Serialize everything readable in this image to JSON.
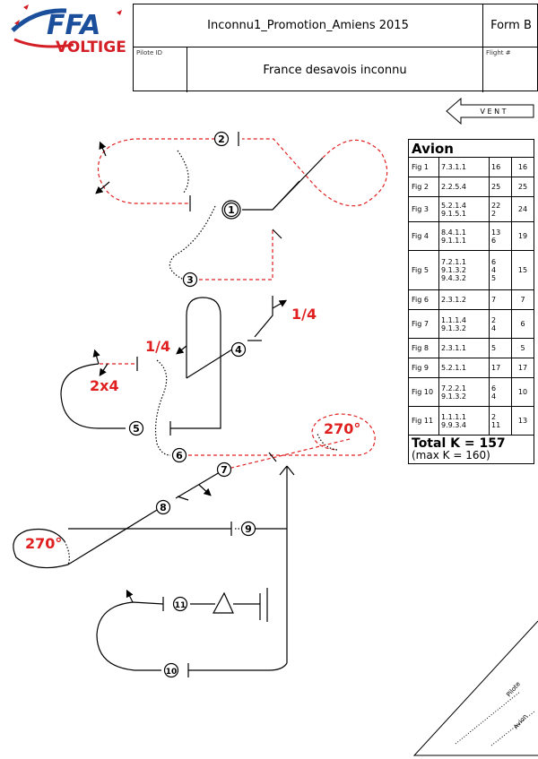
{
  "header": {
    "logo_text_top": "FFA",
    "logo_text_bottom": "VOLTIGE",
    "sequence_title": "Inconnu1_Promotion_Amiens 2015",
    "form": "Form B",
    "pilot_id_label": "Pilote ID",
    "flight_label": "Flight #",
    "pilot_name": "France desavois inconnu"
  },
  "wind_label": "V E N T",
  "k_table": {
    "title": "Avion",
    "rows": [
      {
        "fig": "Fig 1",
        "codes": "7.3.1.1",
        "k": "16",
        "total": "16"
      },
      {
        "fig": "Fig 2",
        "codes": "2.2.5.4",
        "k": "25",
        "total": "25"
      },
      {
        "fig": "Fig 3",
        "codes": "5.2.1.4\n9.1.5.1",
        "k": "22\n2",
        "total": "24"
      },
      {
        "fig": "Fig 4",
        "codes": "8.4.1.1\n9.1.1.1",
        "k": "13\n6",
        "total": "19"
      },
      {
        "fig": "Fig 5",
        "codes": "7.2.1.1\n9.1.3.2\n9.4.3.2",
        "k": "6\n4\n5",
        "total": "15"
      },
      {
        "fig": "Fig 6",
        "codes": "2.3.1.2",
        "k": "7",
        "total": "7"
      },
      {
        "fig": "Fig 7",
        "codes": "1.1.1.4\n9.1.3.2",
        "k": "2\n4",
        "total": "6"
      },
      {
        "fig": "Fig 8",
        "codes": "2.3.1.1",
        "k": "5",
        "total": "5"
      },
      {
        "fig": "Fig 9",
        "codes": "5.2.1.1",
        "k": "17",
        "total": "17"
      },
      {
        "fig": "Fig 10",
        "codes": "7.2.2.1\n9.1.3.2",
        "k": "6\n4",
        "total": "10"
      },
      {
        "fig": "Fig 11",
        "codes": "1.1.1.1\n9.9.3.4",
        "k": "2\n11",
        "total": "13"
      }
    ],
    "total": "Total K = 157",
    "max": "(max K = 160)"
  },
  "figure_numbers": [
    "1",
    "2",
    "3",
    "4",
    "5",
    "6",
    "7",
    "8",
    "9",
    "10",
    "11"
  ],
  "annotations": {
    "quarter_right": "1/4",
    "quarter_left": "1/4",
    "two_by_four": "2x4",
    "deg_270_top": "270°",
    "deg_270_bottom": "270°"
  },
  "signature": {
    "pilote": "Pilote",
    "avion": "Avion"
  },
  "colors": {
    "figure_dashed": "#e02020",
    "annotation": "#e02020",
    "line": "#000000"
  }
}
